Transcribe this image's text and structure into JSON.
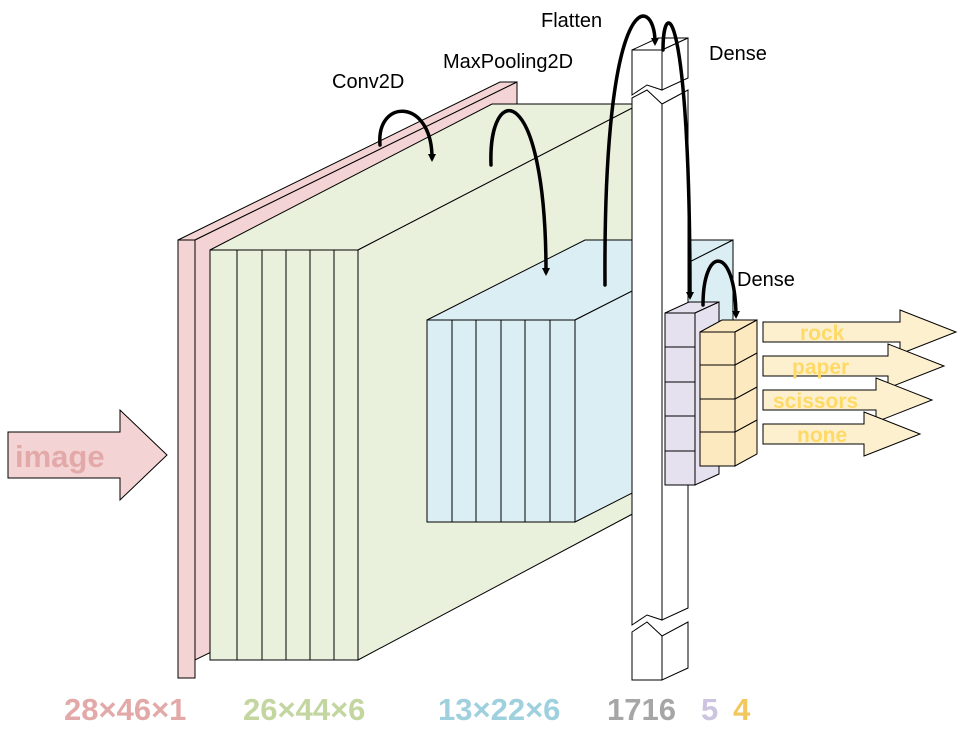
{
  "input_label": "image",
  "layers": {
    "conv": "Conv2D",
    "pool": "MaxPooling2D",
    "flatten": "Flatten",
    "dense1": "Dense",
    "dense2": "Dense"
  },
  "outputs": [
    "rock",
    "paper",
    "scissors",
    "none"
  ],
  "dimensions": [
    {
      "text": "28×46×1",
      "color": "#e3a9a9"
    },
    {
      "text": "26×44×6",
      "color": "#c4d6a0"
    },
    {
      "text": "13×22×6",
      "color": "#9fd0de"
    },
    {
      "text": "1716",
      "color": "#a6a6a6"
    },
    {
      "text": "5",
      "color": "#cdc4e0"
    },
    {
      "text": "4",
      "color": "#f2c75c"
    }
  ],
  "colors": {
    "input": "#f3d3d3",
    "input_label": "#e3a9a9",
    "conv": "#e9f0dc",
    "pool": "#dbeef3",
    "flatten": "#ffffff",
    "dense1": "#e6e1ef",
    "dense2": "#fde9c0",
    "output_arrow": "#fdf0cf",
    "output_text": "#ffd966"
  }
}
